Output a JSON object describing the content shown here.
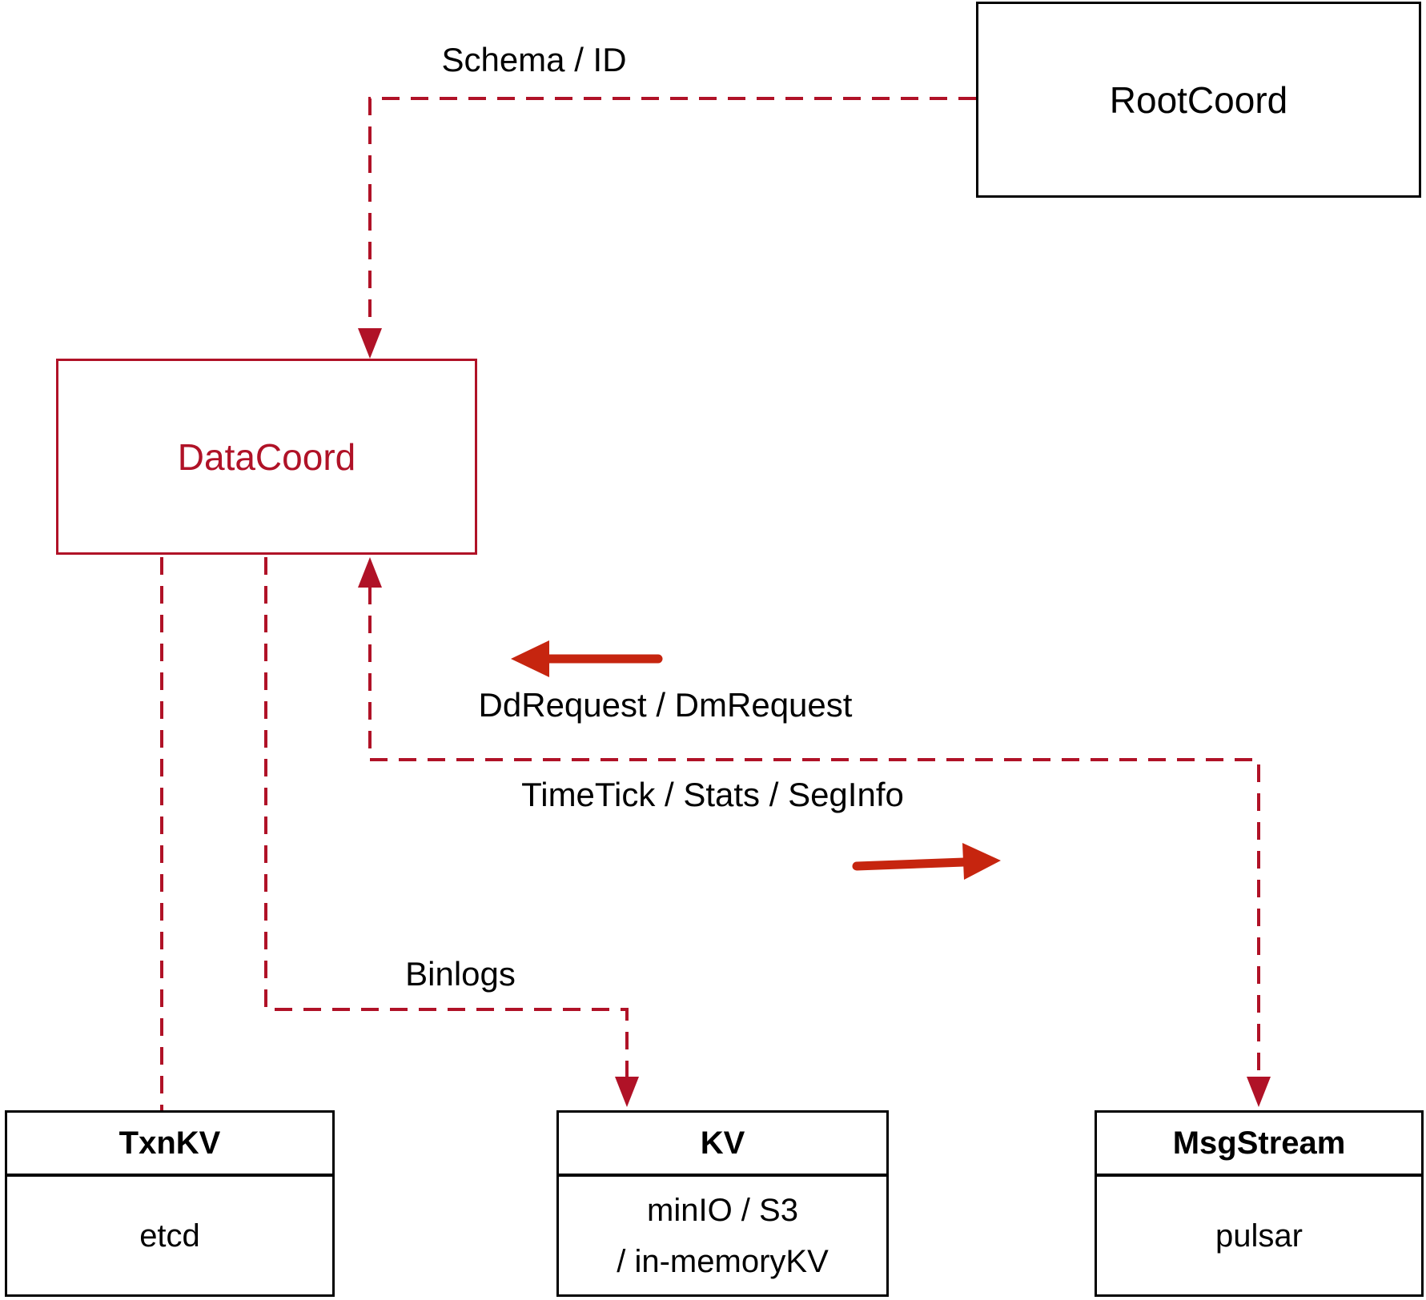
{
  "diagram": {
    "nodes": {
      "rootcoord": {
        "label": "RootCoord"
      },
      "datacoord": {
        "label": "DataCoord"
      },
      "txnkv": {
        "title": "TxnKV",
        "body": "etcd"
      },
      "kv": {
        "title": "KV",
        "body_line1": "minIO / S3",
        "body_line2": "/ in-memoryKV"
      },
      "msgstream": {
        "title": "MsgStream",
        "body": "pulsar"
      }
    },
    "edge_labels": {
      "schema": "Schema / ID",
      "ddrequest": "DdRequest / DmRequest",
      "timetick": "TimeTick / Stats / SegInfo",
      "binlogs": "Binlogs"
    },
    "colors": {
      "dashed_line": "#b01227",
      "solid_arrow": "#c6250f",
      "box_border": "#000000",
      "datacoord_accent": "#b01227",
      "background": "#ffffff"
    }
  }
}
